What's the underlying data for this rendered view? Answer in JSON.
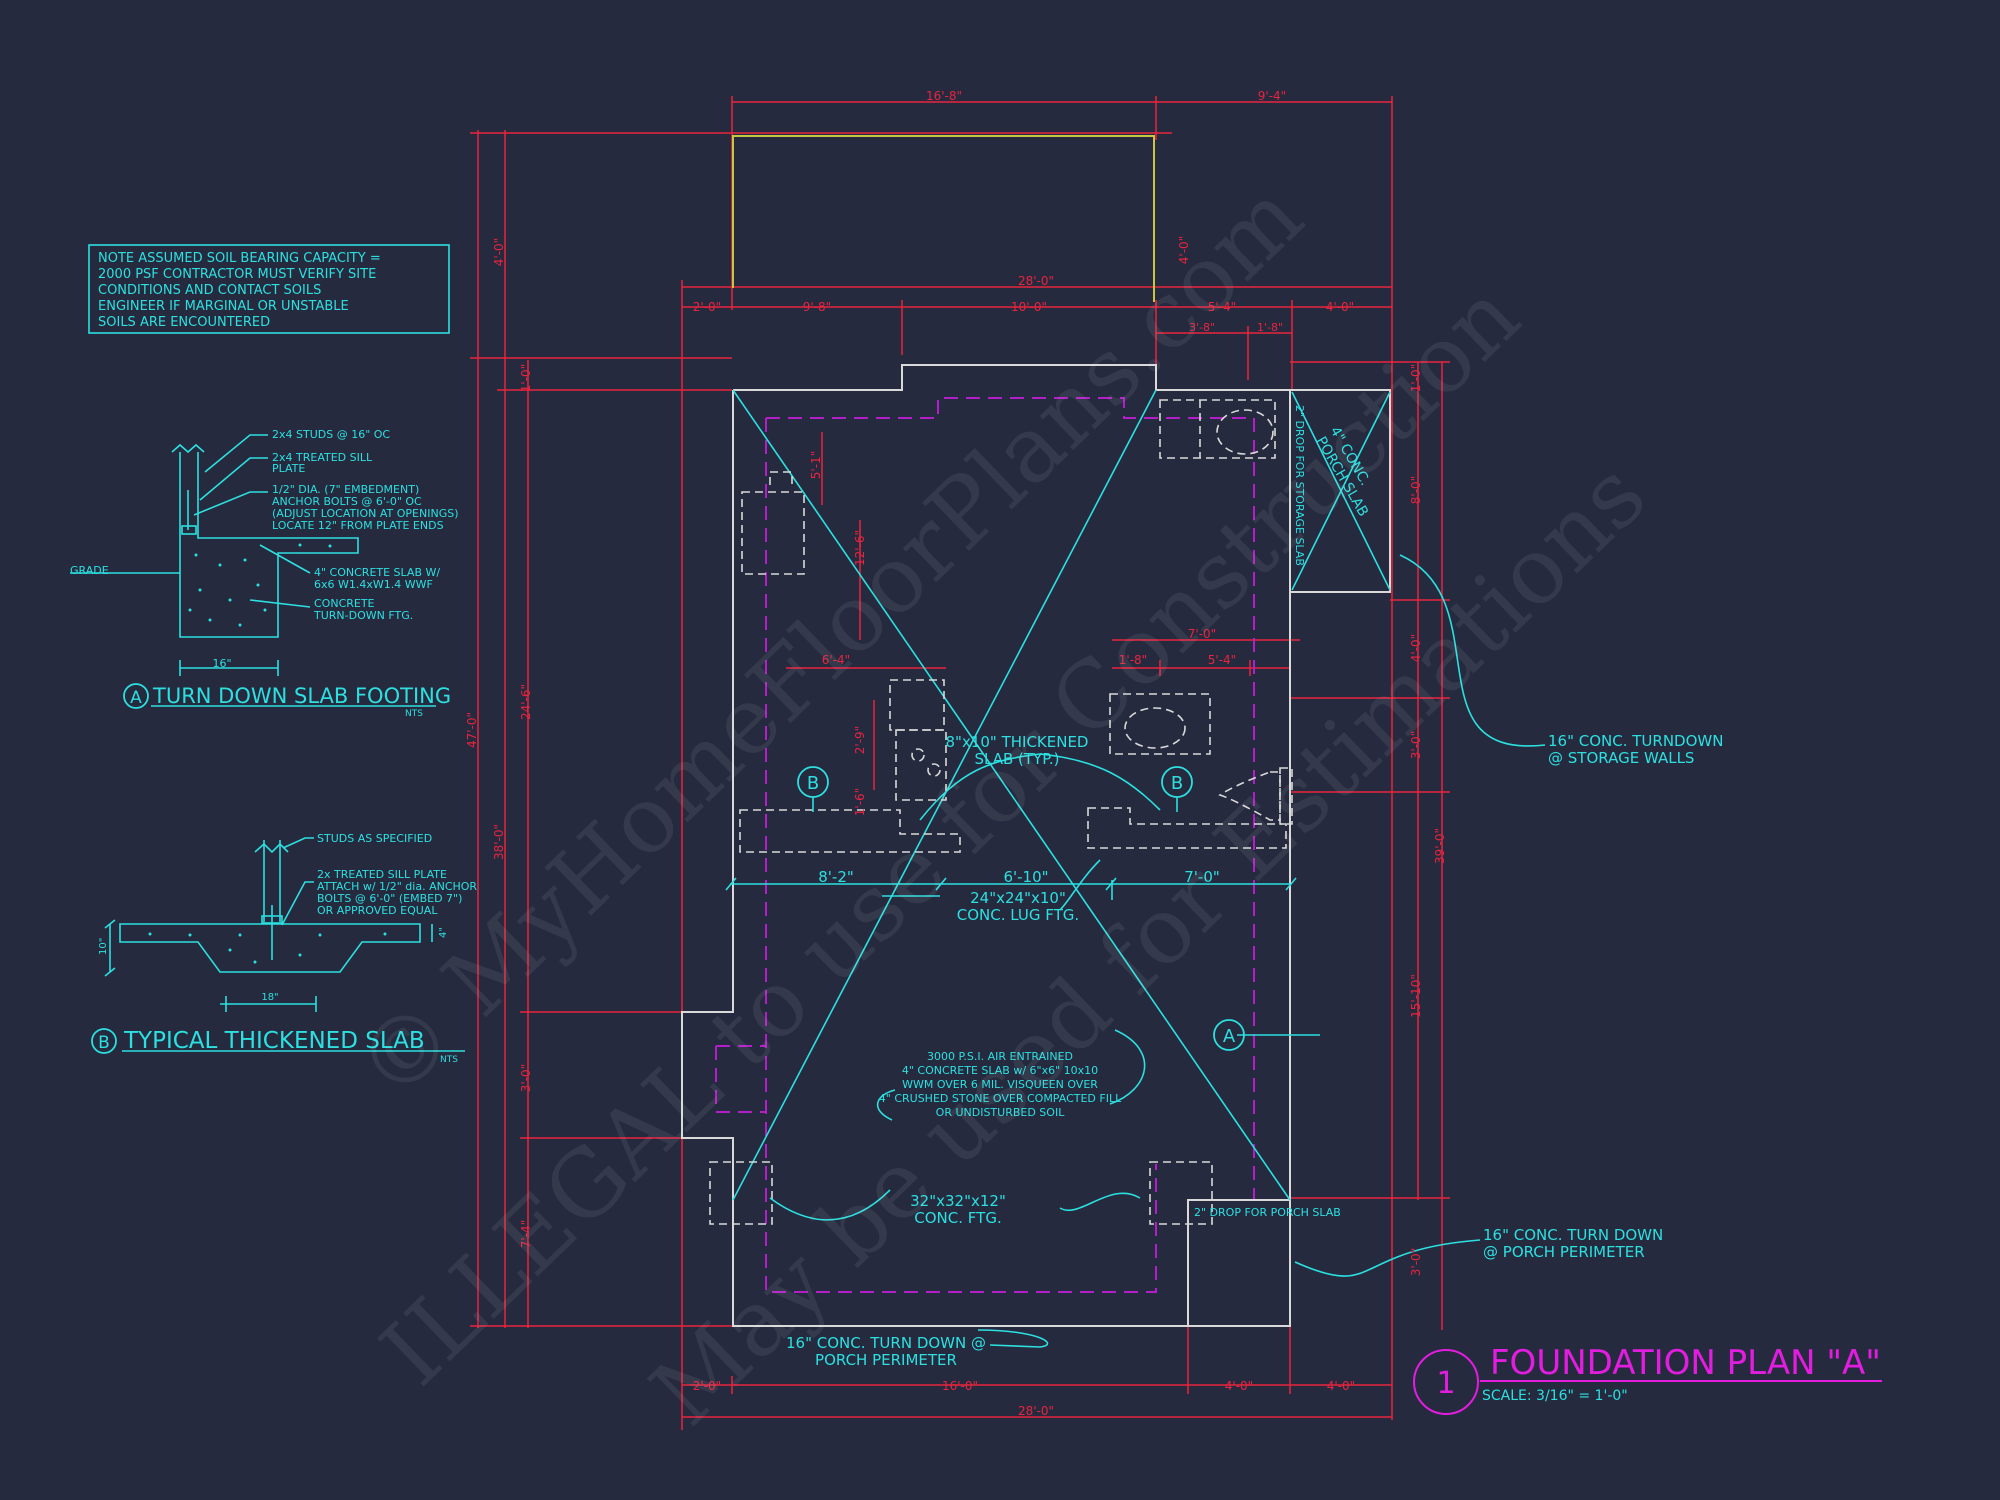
{
  "note": {
    "lines": [
      "NOTE ASSUMED SOIL BEARING CAPACITY =",
      "2000 PSF CONTRACTOR MUST VERIFY SITE",
      "CONDITIONS AND CONTACT SOILS",
      "ENGINEER IF MARGINAL OR UNSTABLE",
      "SOILS ARE ENCOUNTERED"
    ]
  },
  "detail_a": {
    "tag": "A",
    "title": "TURN DOWN SLAB FOOTING",
    "nts": "NTS",
    "labels": {
      "studs": "2x4 STUDS @ 16\" OC",
      "sill1": "2x4 TREATED SILL",
      "sill2": "PLATE",
      "bolt1": "1/2\" DIA. (7\" EMBEDMENT)",
      "bolt2": "ANCHOR BOLTS @ 6'-0\" OC",
      "bolt3": "(ADJUST LOCATION AT OPENINGS)",
      "bolt4": "LOCATE 12\" FROM PLATE ENDS",
      "grade": "GRADE",
      "slab1": "4\" CONCRETE SLAB W/",
      "slab2": "6x6 W1.4xW1.4 WWF",
      "ftg1": "CONCRETE",
      "ftg2": "TURN-DOWN FTG.",
      "width": "16\""
    }
  },
  "detail_b": {
    "tag": "B",
    "title": "TYPICAL THICKENED SLAB",
    "nts": "NTS",
    "labels": {
      "studs": "STUDS AS SPECIFIED",
      "l1": "2x TREATED SILL PLATE",
      "l2": "ATTACH w/ 1/2\" dia. ANCHOR",
      "l3": "BOLTS @ 6'-0\" (EMBED 7\")",
      "l4": "OR APPROVED EQUAL",
      "depth": "10\"",
      "slab": "4\"",
      "width": "18\""
    }
  },
  "dims": {
    "top_a": "16'-8\"",
    "top_b": "9'-4\"",
    "overall_top": "28'-0\"",
    "r2_a": "2'-0\"",
    "r2_b": "9'-8\"",
    "r2_c": "10'-0\"",
    "r2_d": "5'-4\"",
    "r2_e": "4'-0\"",
    "r3_a": "3'-8\"",
    "r3_b": "1'-8\"",
    "left_4": "4'-0\"",
    "left_1": "1'-0\"",
    "overall_left": "47'-0\"",
    "left_24": "24'-6\"",
    "left_38": "38'-0\"",
    "left_3": "3'-0\"",
    "left_7": "7'-4\"",
    "right_4top": "4'-0\"",
    "right_1": "1'-0\"",
    "right_8": "8'-0\"",
    "right_4b": "4'-0\"",
    "right_3": "3'-0\"",
    "right_39": "39'-0\"",
    "right_15": "15'-10\"",
    "right_3b": "3'-0\"",
    "int_5": "5'-1\"",
    "int_12": "12'-6\"",
    "int_6": "6'-4\"",
    "int_7top": "7'-0\"",
    "int_18": "1'-8\"",
    "int_54": "5'-4\"",
    "int_29": "2'-9\"",
    "int_1": "1'-6\"",
    "row_a": "8'-2\"",
    "row_b": "6'-10\"",
    "row_c": "7'-0\"",
    "bot_a": "2'-0\"",
    "bot_b": "16'-0\"",
    "bot_c": "4'-0\"",
    "bot_d": "4'-0\"",
    "overall_bot": "28'-0\""
  },
  "plan_notes": {
    "porch_slab1": "4\" CONC.",
    "porch_slab2": "PORCH SLAB",
    "drop_storage": "2\" DROP FOR STORAGE SLAB",
    "thick1": "8\"x10\" THICKENED",
    "thick2": "SLAB (TYP.)",
    "lug1": "24\"x24\"x10\"",
    "lug2": "CONC. LUG FTG.",
    "slab1": "3000 P.S.I. AIR ENTRAINED",
    "slab2": "4\" CONCRETE SLAB w/ 6\"x6\" 10x10",
    "slab3": "WWM OVER 6 MIL. VISQUEEN OVER",
    "slab4": "4\" CRUSHED STONE OVER COMPACTED FILL",
    "slab5": "OR UNDISTURBED SOIL",
    "ftg1": "32\"x32\"x12\"",
    "ftg2": "CONC. FTG.",
    "drop_porch": "2\" DROP FOR PORCH SLAB",
    "storage1": "16\" CONC. TURNDOWN",
    "storage2": "@ STORAGE WALLS",
    "porch_r1": "16\" CONC. TURN DOWN",
    "porch_r2": "@ PORCH PERIMETER",
    "porch_b1": "16\" CONC. TURN DOWN @",
    "porch_b2": "PORCH PERIMETER",
    "tag_a": "A",
    "tag_b": "B"
  },
  "title_block": {
    "number": "1",
    "title": "FOUNDATION PLAN \"A\"",
    "scale": "SCALE: 3/16\" = 1'-0\""
  },
  "watermark": {
    "line1": "© MyHomeFloorPlans.com",
    "line2": "ILLEGAL to use for Construction",
    "line3": "May be used for Estimations"
  },
  "colors": {
    "background": "#262a3f",
    "annotation": "#2ce0e0",
    "dimension": "#e8243e",
    "title": "#e21de0",
    "walls": "#d9d9d9",
    "footing": "#b21ec8",
    "deck": "#c8c840"
  }
}
